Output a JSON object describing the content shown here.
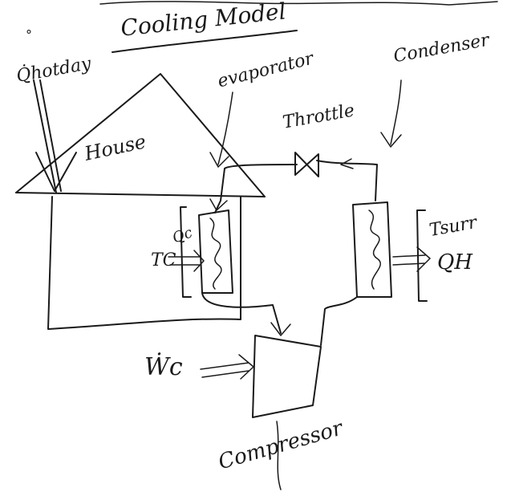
{
  "diagram": {
    "title": "Cooling Model",
    "labels": {
      "q_hot_day": "Q̇hotday",
      "house": "House",
      "evaporator": "evaporator",
      "condenser": "Condenser",
      "throttle": "Throttle",
      "t_surr": "Tsurr",
      "q_h": "QH",
      "q_c": "Qc",
      "t_c": "TC",
      "w_c": "Ẇc",
      "compressor": "Compressor"
    },
    "colors": {
      "ink": "#1a1a1a",
      "paper": "#ffffff"
    }
  }
}
